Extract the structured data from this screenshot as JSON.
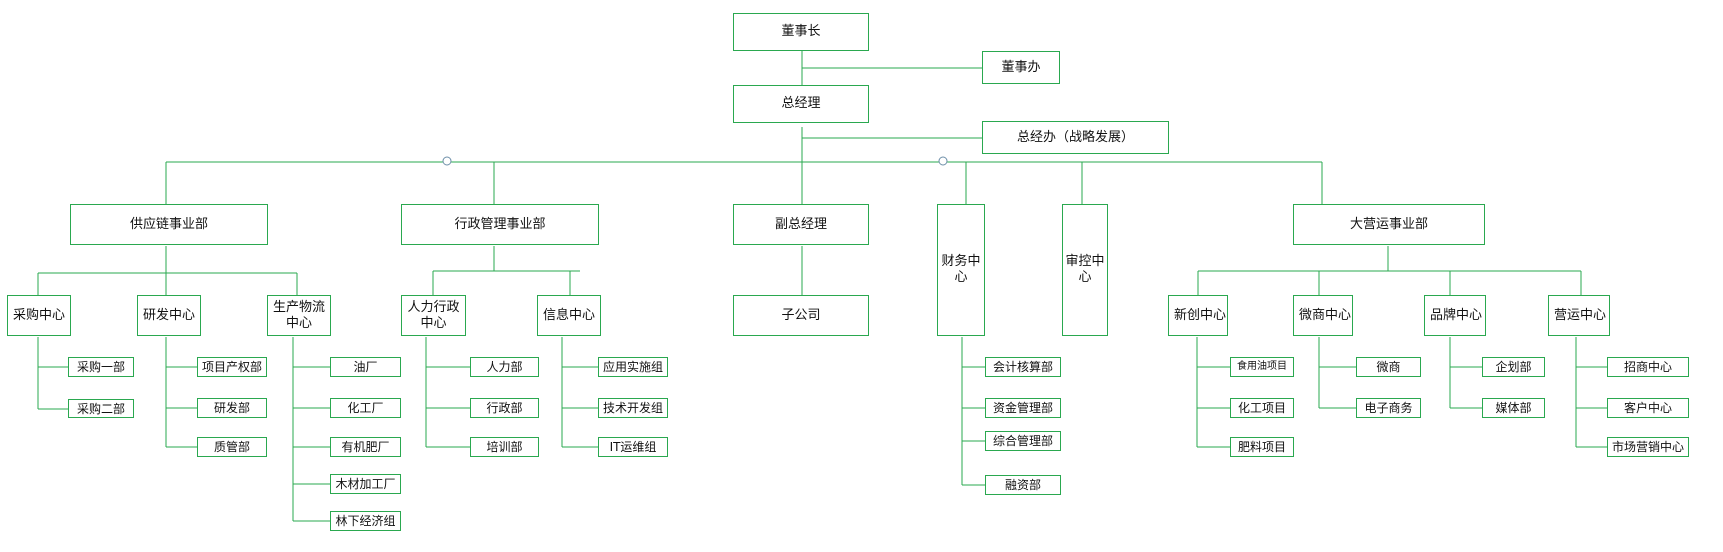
{
  "colors": {
    "line": "#2aa84f",
    "box_border": "#2aa84f",
    "text": "#111111",
    "joint": "#6d8fa8"
  },
  "top": {
    "chairman": "董事长",
    "board_office": "董事办",
    "gm": "总经理",
    "gm_office": "总经办（战略发展）"
  },
  "supply": {
    "name": "供应链事业部",
    "purchase": "采购中心",
    "purchase_1": "采购一部",
    "purchase_2": "采购二部",
    "rd": "研发中心",
    "rd_1": "项目产权部",
    "rd_2": "研发部",
    "rd_3": "质管部",
    "prod": "生产物流中心",
    "prod_1": "油厂",
    "prod_2": "化工厂",
    "prod_3": "有机肥厂",
    "prod_4": "木材加工厂",
    "prod_5": "林下经济组"
  },
  "admin": {
    "name": "行政管理事业部",
    "hr": "人力行政中心",
    "hr_1": "人力部",
    "hr_2": "行政部",
    "hr_3": "培训部",
    "info": "信息中心",
    "info_1": "应用实施组",
    "info_2": "技术开发组",
    "info_3": "IT运维组"
  },
  "vice": {
    "name": "副总经理",
    "sub": "子公司"
  },
  "finance": {
    "name": "财务中心",
    "f_1": "会计核算部",
    "f_2": "资金管理部",
    "f_3": "综合管理部",
    "f_4": "融资部"
  },
  "audit": {
    "name": "审控中心"
  },
  "ops": {
    "name": "大营运事业部",
    "new": "新创中心",
    "new_1": "食用油项目",
    "new_2": "化工项目",
    "new_3": "肥料项目",
    "micro": "微商中心",
    "micro_1": "微商",
    "micro_2": "电子商务",
    "brand": "品牌中心",
    "brand_1": "企划部",
    "brand_2": "媒体部",
    "yun": "营运中心",
    "yun_1": "招商中心",
    "yun_2": "客户中心",
    "yun_3": "市场营销中心"
  }
}
